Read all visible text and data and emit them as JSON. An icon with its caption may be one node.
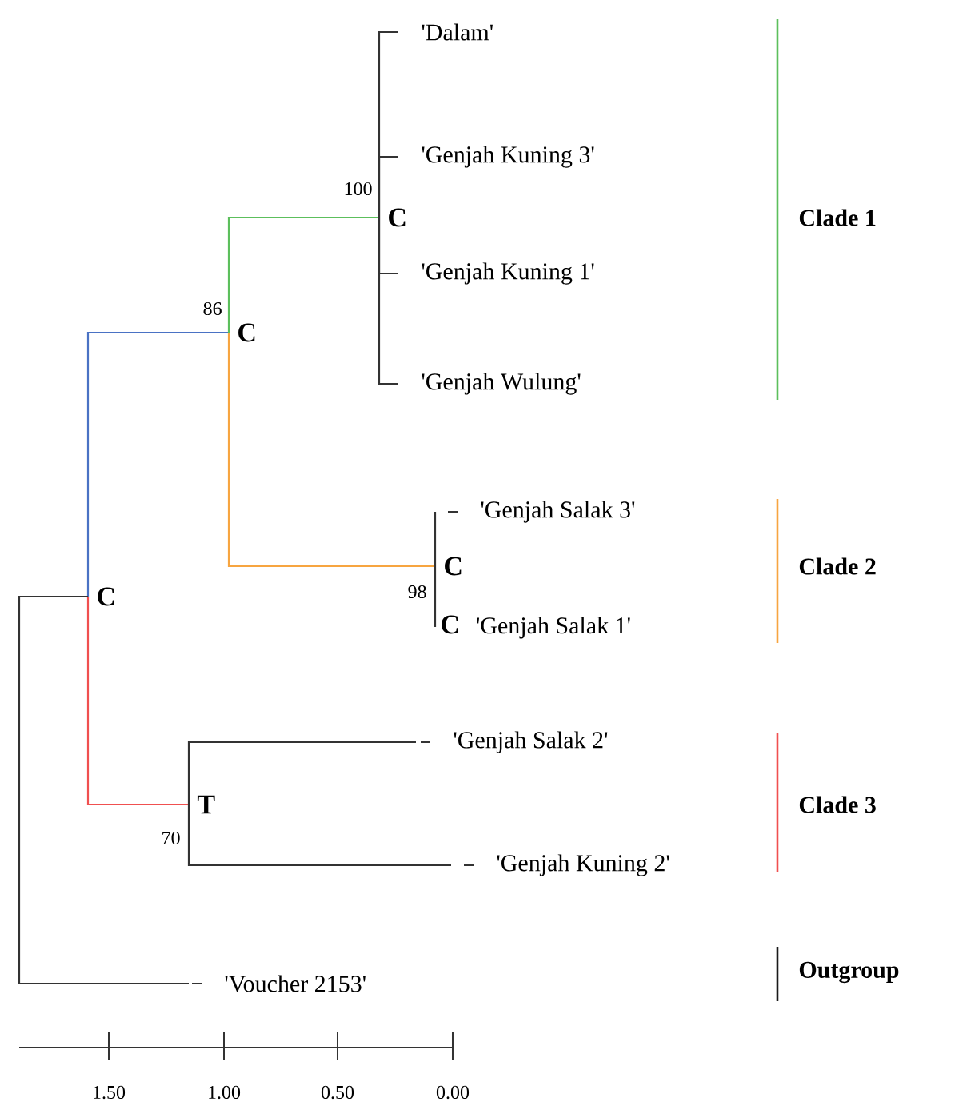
{
  "diagram": {
    "nodes": [
      {
        "text": [
          "C"
        ]
      },
      {
        "text": [
          "C"
        ],
        "beside": [
          "86"
        ]
      },
      {
        "text": [
          "C"
        ],
        "beside": [
          "100"
        ]
      },
      {
        "text": [
          "'Dalam'"
        ]
      },
      {
        "text": [
          "'Genjah Kuning 3'"
        ]
      },
      {
        "text": [
          "'Genjah Kuning 1'"
        ]
      },
      {
        "text": [
          "'Genjah Wulung'"
        ]
      },
      {
        "text": [
          "C"
        ],
        "beside": [
          "98"
        ]
      },
      {
        "text": [
          "'Genjah Salak 3'"
        ]
      },
      {
        "text": [
          "C",
          "'Genjah Salak 1'"
        ]
      },
      {
        "text": [
          "T"
        ],
        "beside": [
          "70"
        ]
      },
      {
        "text": [
          "'Genjah Salak 2'"
        ]
      },
      {
        "text": [
          "'Genjah Kuning 2'"
        ]
      },
      {
        "text": [
          "'Voucher 2153'"
        ]
      }
    ],
    "edges": [
      {
        "from": 0,
        "to": 1,
        "arrow": "none",
        "color": "#4a72c4"
      },
      {
        "from": 1,
        "to": 2,
        "arrow": "none",
        "color": "#5cbf5c"
      },
      {
        "from": 2,
        "to": 3,
        "arrow": "none"
      },
      {
        "from": 2,
        "to": 4,
        "arrow": "none"
      },
      {
        "from": 2,
        "to": 5,
        "arrow": "none"
      },
      {
        "from": 2,
        "to": 6,
        "arrow": "none"
      },
      {
        "from": 1,
        "to": 7,
        "arrow": "none",
        "color": "#f7a540"
      },
      {
        "from": 7,
        "to": 8,
        "arrow": "none"
      },
      {
        "from": 7,
        "to": 9,
        "arrow": "none"
      },
      {
        "from": 0,
        "to": 10,
        "arrow": "none",
        "color": "#f05050"
      },
      {
        "from": 10,
        "to": 11,
        "arrow": "none"
      },
      {
        "from": 10,
        "to": 12,
        "arrow": "none"
      },
      {
        "from": 0,
        "to": 13,
        "arrow": "none"
      }
    ],
    "labels": [
      "Clade 1",
      "Clade 2",
      "Clade 3",
      "Outgroup",
      "1.50",
      "1.00",
      "0.50",
      "0.00"
    ]
  }
}
